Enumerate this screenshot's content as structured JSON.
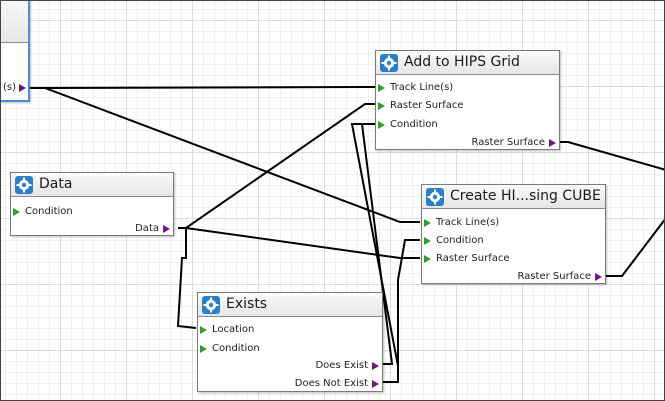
{
  "canvas": {
    "grid_major": "#dcdcdc",
    "grid_minor": "#f0f0f0",
    "wire_color": "#000000"
  },
  "nodes": {
    "top_left": {
      "outputs": [
        {
          "label": "(s)"
        }
      ]
    },
    "add_hips": {
      "title": "Add to HIPS Grid",
      "icon": "gear-icon",
      "inputs": [
        {
          "label": "Track Line(s)"
        },
        {
          "label": "Raster Surface"
        },
        {
          "label": "Condition"
        }
      ],
      "outputs": [
        {
          "label": "Raster Surface"
        }
      ]
    },
    "data": {
      "title": "Data",
      "icon": "gear-icon",
      "inputs": [
        {
          "label": "Condition"
        }
      ],
      "outputs": [
        {
          "label": "Data"
        }
      ]
    },
    "create_cube": {
      "title": "Create HI...sing CUBE",
      "icon": "gear-icon",
      "inputs": [
        {
          "label": "Track Line(s)"
        },
        {
          "label": "Condition"
        },
        {
          "label": "Raster Surface"
        }
      ],
      "outputs": [
        {
          "label": "Raster Surface"
        }
      ]
    },
    "exists": {
      "title": "Exists",
      "icon": "gear-icon",
      "inputs": [
        {
          "label": "Location"
        },
        {
          "label": "Condition"
        }
      ],
      "outputs": [
        {
          "label": "Does Exist"
        },
        {
          "label": "Does Not Exist"
        }
      ]
    }
  }
}
